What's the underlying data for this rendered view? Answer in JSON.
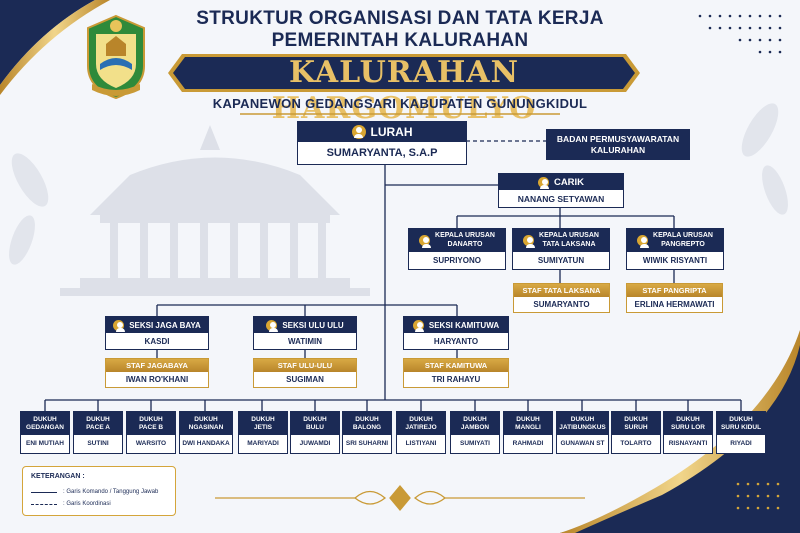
{
  "header": {
    "title_line1": "STRUKTUR ORGANISASI DAN TATA KERJA",
    "title_line2": "PEMERINTAH KALURAHAN",
    "banner": "KALURAHAN HARGOMULYO",
    "subtitle": "KAPANEWON GEDANGSARI KABUPATEN GUNUNGKIDUL"
  },
  "lurah": {
    "title": "LURAH",
    "name": "SUMARYANTA, S.A.P"
  },
  "bpk": {
    "line1": "BADAN PERMUSYAWARATAN",
    "line2": "KALURAHAN"
  },
  "carik": {
    "title": "CARIK",
    "name": "NANANG SETYAWAN"
  },
  "urusan": [
    {
      "line1": "KEPALA URUSAN",
      "line2": "DANARTO",
      "name": "SUPRIYONO"
    },
    {
      "line1": "KEPALA URUSAN",
      "line2": "TATA LAKSANA",
      "name": "SUMIYATUN",
      "staff_title": "STAF TATA LAKSANA",
      "staff_name": "SUMARYANTO"
    },
    {
      "line1": "KEPALA URUSAN",
      "line2": "PANGREPTO",
      "name": "WIWIK RISYANTI",
      "staff_title": "STAF PANGRIPTA",
      "staff_name": "ERLINA HERMAWATI"
    }
  ],
  "seksi": [
    {
      "title": "SEKSI JAGA BAYA",
      "name": "KASDI",
      "staff_title": "STAF JAGABAYA",
      "staff_name": "IWAN RO'KHANI"
    },
    {
      "title": "SEKSI ULU ULU",
      "name": "WATIMIN",
      "staff_title": "STAF ULU-ULU",
      "staff_name": "SUGIMAN"
    },
    {
      "title": "SEKSI KAMITUWA",
      "name": "HARYANTO",
      "staff_title": "STAF KAMITUWA",
      "staff_name": "TRI RAHAYU"
    }
  ],
  "dukuh": [
    {
      "l1": "DUKUH",
      "l2": "GEDANGAN",
      "name": "ENI MUTIAH"
    },
    {
      "l1": "DUKUH",
      "l2": "PACE A",
      "name": "SUTINI"
    },
    {
      "l1": "DUKUH",
      "l2": "PACE B",
      "name": "WARSITO"
    },
    {
      "l1": "DUKUH",
      "l2": "NGASINAN",
      "name": "DWI HANDAKA"
    },
    {
      "l1": "DUKUH",
      "l2": "JETIS",
      "name": "MARIYADI"
    },
    {
      "l1": "DUKUH",
      "l2": "BULU",
      "name": "JUWAMDI"
    },
    {
      "l1": "DUKUH",
      "l2": "BALONG",
      "name": "SRI SUHARNI"
    },
    {
      "l1": "DUKUH",
      "l2": "JATIREJO",
      "name": "LISTIYANI"
    },
    {
      "l1": "DUKUH",
      "l2": "JAMBON",
      "name": "SUMIYATI"
    },
    {
      "l1": "DUKUH",
      "l2": "MANGLI",
      "name": "RAHMADI"
    },
    {
      "l1": "DUKUH",
      "l2": "JATIBUNGKUS",
      "name": "GUNAWAN ST"
    },
    {
      "l1": "DUKUH",
      "l2": "SURUH",
      "name": "TOLARTO"
    },
    {
      "l1": "DUKUH",
      "l2": "SURU LOR",
      "name": "RISNAYANTI"
    },
    {
      "l1": "DUKUH",
      "l2": "SURU KIDUL",
      "name": "RIYADI"
    }
  ],
  "legend": {
    "title": "KETERANGAN :",
    "solid": ": Garis Komando / Tanggung Jawab",
    "dashed": ": Garis Koordinasi"
  },
  "colors": {
    "navy": "#1b2a55",
    "gold": "#d4a53a"
  }
}
